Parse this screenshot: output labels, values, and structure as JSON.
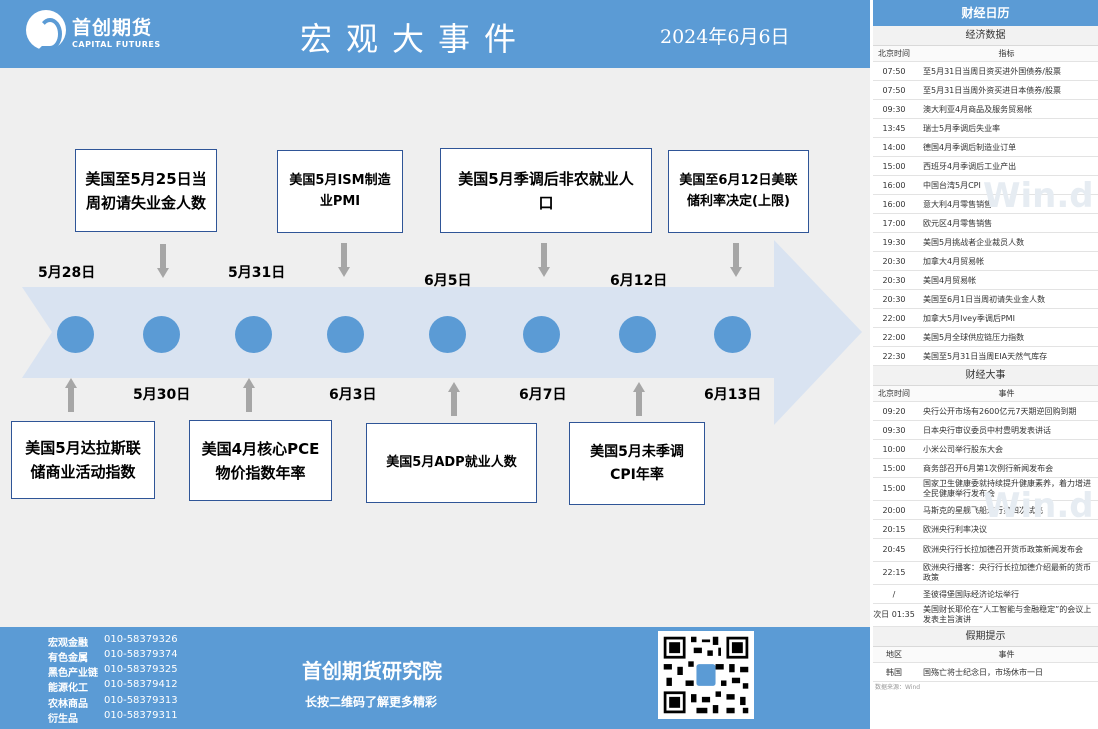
{
  "header": {
    "logo_cn": "首创期货",
    "logo_en": "CAPITAL FUTURES",
    "title": "宏观大事件",
    "date": "2024年6月6日"
  },
  "timeline": {
    "top_dates": [
      "5月28日",
      "5月31日",
      "6月5日",
      "6月12日"
    ],
    "bottom_dates": [
      "5月30日",
      "6月3日",
      "6月7日",
      "6月13日"
    ],
    "top_events": [
      "美国至5月25日当周初请失业金人数",
      "美国5月ISM制造业PMI",
      "美国5月季调后非农就业人口",
      "美国至6月12日美联储利率决定(上限)"
    ],
    "bottom_events": [
      "美国5月达拉斯联储商业活动指数",
      "美国4月核心PCE物价指数年率",
      "美国5月ADP就业人数",
      "美国5月未季调CPI年率"
    ]
  },
  "footer": {
    "contacts": [
      {
        "dept": "宏观金融",
        "phone": "010-58379326"
      },
      {
        "dept": "有色金属",
        "phone": "010-58379374"
      },
      {
        "dept": "黑色产业链",
        "phone": "010-58379325"
      },
      {
        "dept": "能源化工",
        "phone": "010-58379412"
      },
      {
        "dept": "农林商品",
        "phone": "010-58379313"
      },
      {
        "dept": "衍生品",
        "phone": "010-58379311"
      }
    ],
    "institute": "首创期货研究院",
    "slogan": "长按二维码了解更多精彩"
  },
  "calendar": {
    "title": "财经日历",
    "econ": {
      "heading": "经济数据",
      "col_time": "北京时间",
      "col_item": "指标",
      "rows": [
        {
          "time": "07:50",
          "item": "至5月31日当周日资买进外国债券/股票"
        },
        {
          "time": "07:50",
          "item": "至5月31日当周外资买进日本债券/股票"
        },
        {
          "time": "09:30",
          "item": "澳大利亚4月商品及服务贸易帐"
        },
        {
          "time": "13:45",
          "item": "瑞士5月季调后失业率"
        },
        {
          "time": "14:00",
          "item": "德国4月季调后制造业订单"
        },
        {
          "time": "15:00",
          "item": "西班牙4月季调后工业产出"
        },
        {
          "time": "16:00",
          "item": "中国台湾5月CPI"
        },
        {
          "time": "16:00",
          "item": "意大利4月零售销售"
        },
        {
          "time": "17:00",
          "item": "欧元区4月零售销售"
        },
        {
          "time": "19:30",
          "item": "美国5月挑战者企业裁员人数"
        },
        {
          "time": "20:30",
          "item": "加拿大4月贸易帐"
        },
        {
          "time": "20:30",
          "item": "美国4月贸易帐"
        },
        {
          "time": "20:30",
          "item": "美国至6月1日当周初请失业金人数"
        },
        {
          "time": "22:00",
          "item": "加拿大5月Ivey季调后PMI"
        },
        {
          "time": "22:00",
          "item": "美国5月全球供应链压力指数"
        },
        {
          "time": "22:30",
          "item": "美国至5月31日当周EIA天然气库存"
        }
      ]
    },
    "events": {
      "heading": "财经大事",
      "col_time": "北京时间",
      "col_item": "事件",
      "rows": [
        {
          "time": "09:20",
          "item": "央行公开市场有2600亿元7天期逆回购到期",
          "tall": false
        },
        {
          "time": "09:30",
          "item": "日本央行审议委员中村豊明发表讲话",
          "tall": false
        },
        {
          "time": "10:00",
          "item": "小米公司举行股东大会",
          "tall": false
        },
        {
          "time": "15:00",
          "item": "商务部召开6月第1次例行新闻发布会",
          "tall": false
        },
        {
          "time": "15:00",
          "item": "国家卫生健康委就持续提升健康素养，着力增进全民健康举行发布会",
          "tall": true
        },
        {
          "time": "20:00",
          "item": "马斯克的星舰飞船进行第四次试飞",
          "tall": false
        },
        {
          "time": "20:15",
          "item": "欧洲央行利率决议",
          "tall": false
        },
        {
          "time": "20:45",
          "item": "欧洲央行行长拉加德召开货币政策新闻发布会",
          "tall": true
        },
        {
          "time": "22:15",
          "item": "欧洲央行播客：央行行长拉加德介绍最新的货币政策",
          "tall": true
        },
        {
          "time": "/",
          "item": "圣彼得堡国际经济论坛举行",
          "tall": false
        },
        {
          "time": "次日 01:35",
          "item": "美国财长耶伦在“人工智能与金融稳定”的会议上发表主旨演讲",
          "tall": true
        }
      ]
    },
    "holiday": {
      "heading": "假期提示",
      "col_region": "地区",
      "col_item": "事件",
      "rows": [
        {
          "region": "韩国",
          "item": "国殇亡将士纪念日，市场休市一日"
        }
      ]
    },
    "source": "数据来源：Wind",
    "watermark": "Win.d"
  }
}
